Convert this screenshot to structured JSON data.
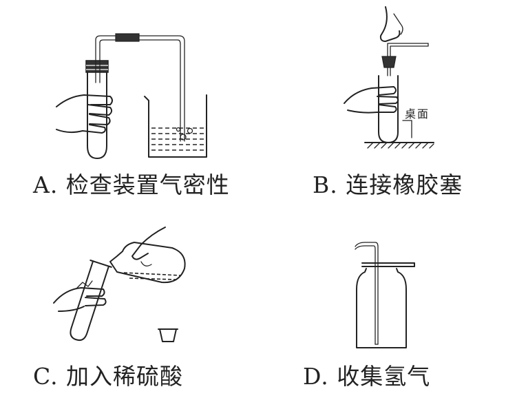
{
  "panels": [
    {
      "id": "A",
      "caption": "A. 检查装置气密性"
    },
    {
      "id": "B",
      "caption": "B. 连接橡胶塞",
      "annotation": "桌面"
    },
    {
      "id": "C",
      "caption": "C. 加入稀硫酸"
    },
    {
      "id": "D",
      "caption": "D. 收集氢气"
    }
  ],
  "colors": {
    "ink": "#222222",
    "background": "#ffffff"
  }
}
